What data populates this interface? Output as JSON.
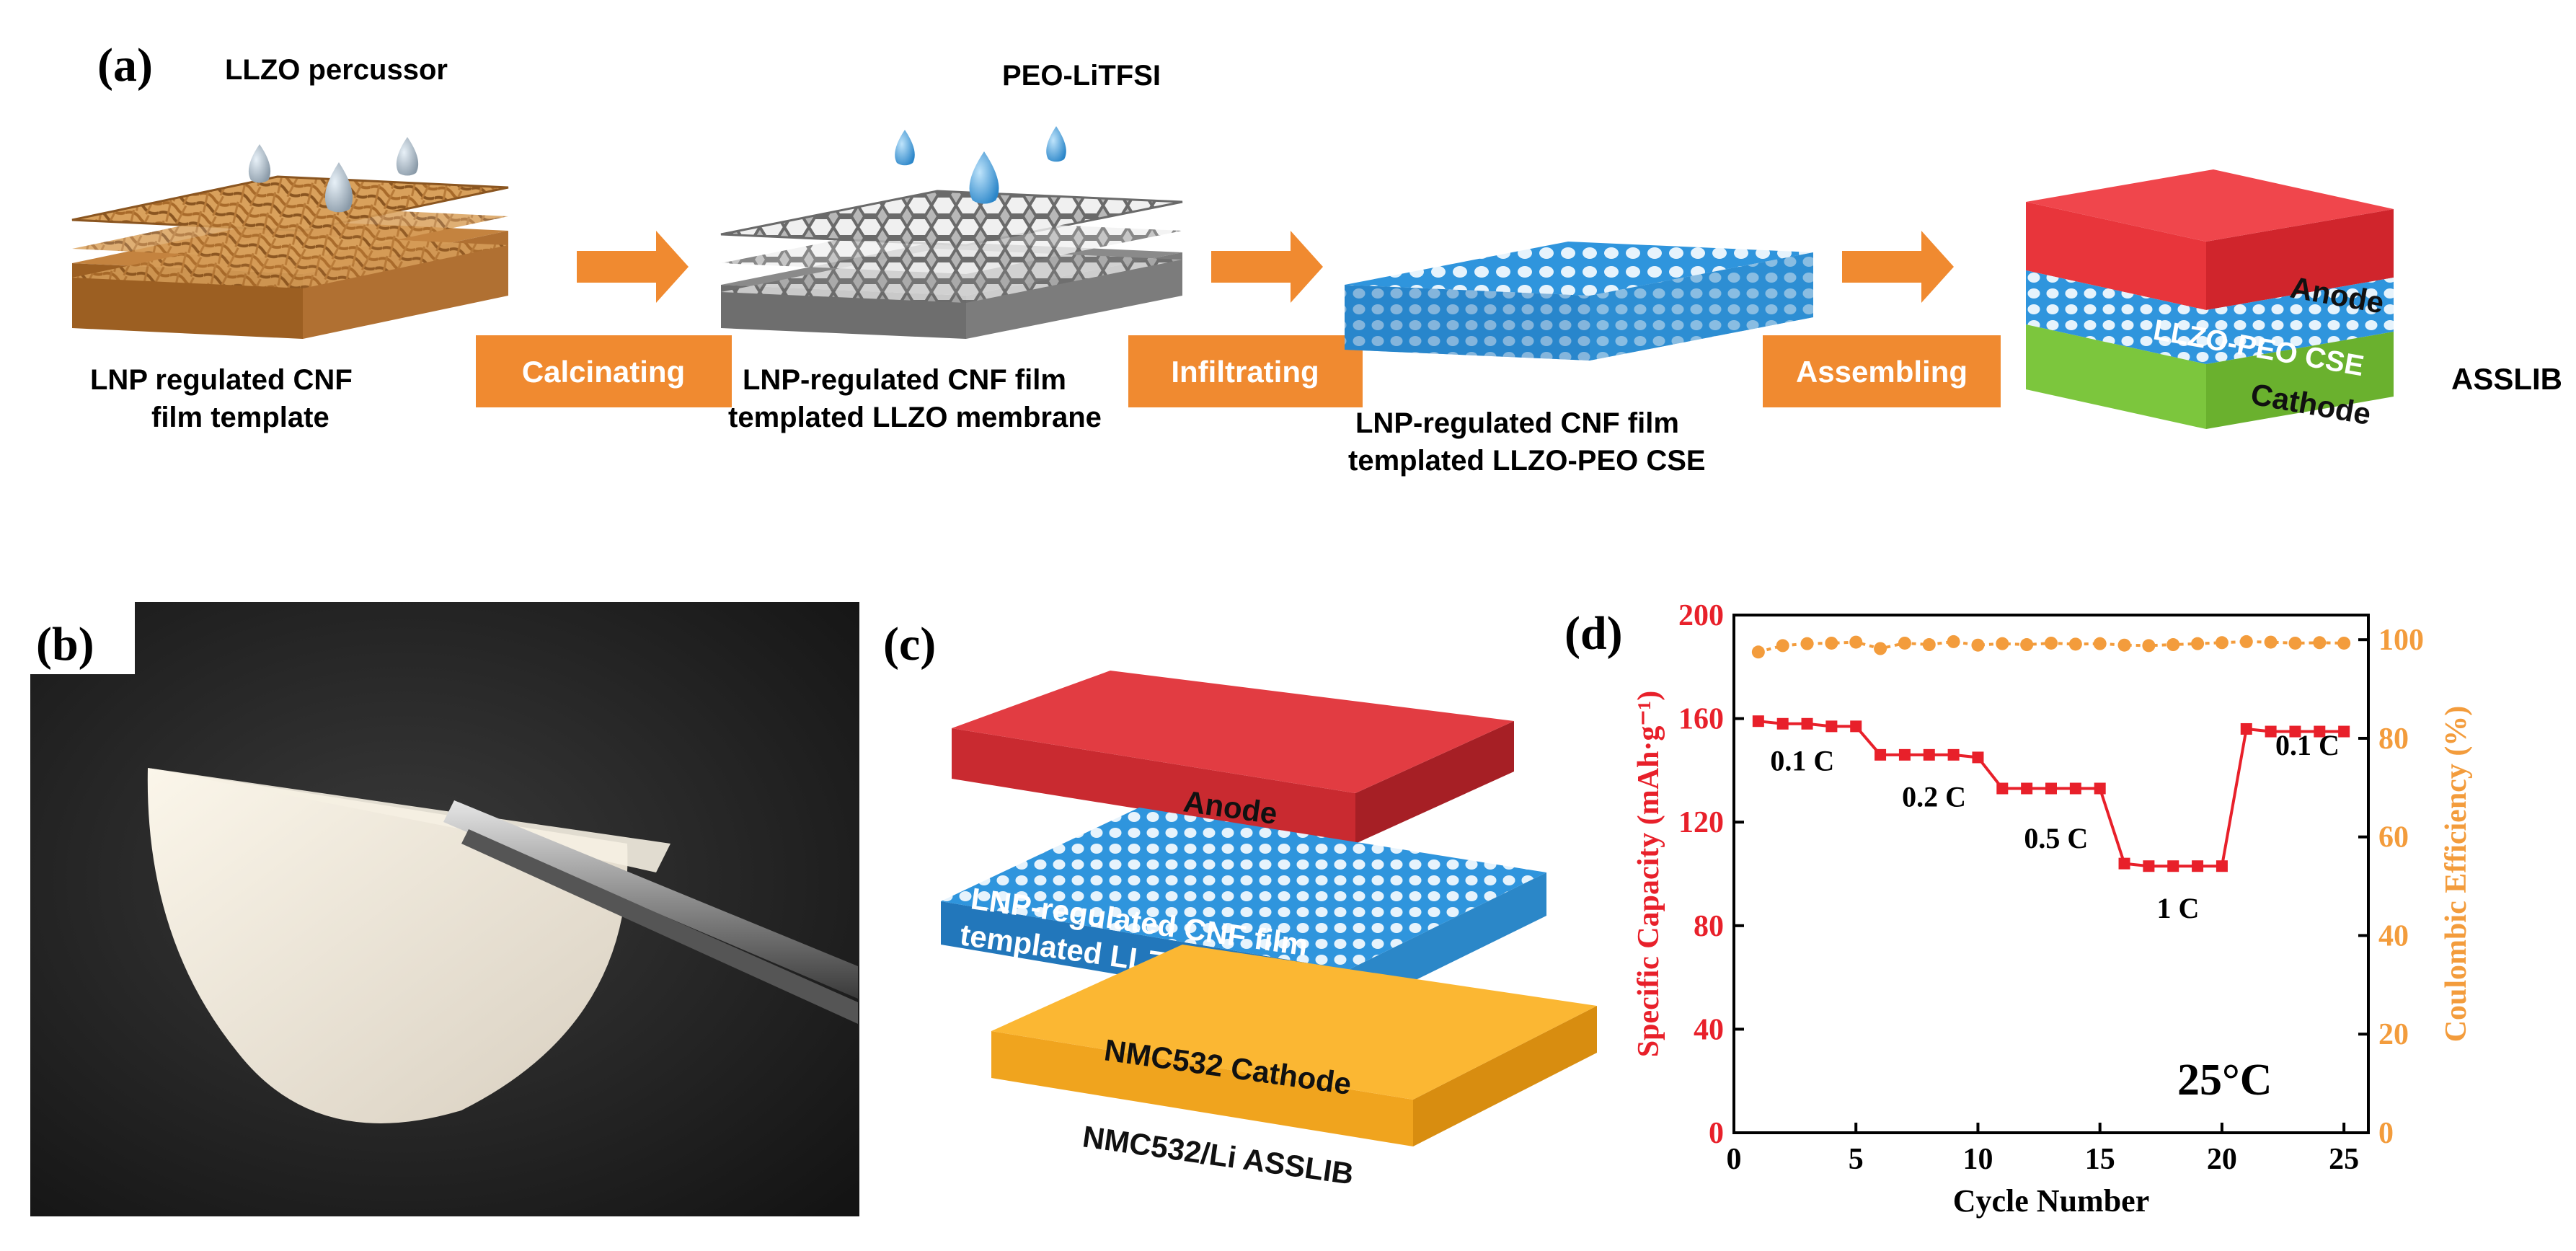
{
  "panel_a": {
    "label": "(a)",
    "precursor": "LLZO percussor",
    "peo": "PEO-LiTFSI",
    "arrow1": "Calcinating",
    "arrow2": "Infiltrating",
    "arrow3": "Assembling",
    "stage1_line1": "LNP regulated CNF",
    "stage1_line2": "film template",
    "stage2_line1": "LNP-regulated CNF film",
    "stage2_line2": "templated LLZO membrane",
    "stage3_line1": "LNP-regulated CNF film",
    "stage3_line2": "templated LLZO-PEO CSE",
    "stack_anode": "Anode",
    "stack_cse": "LLZO-PEO CSE",
    "stack_cathode": "Cathode",
    "final": "ASSLIB"
  },
  "panel_b": {
    "label": "(b)"
  },
  "panel_c": {
    "label": "(c)",
    "anode": "Anode",
    "cse_line1": "LNP-regulated CNF film",
    "cse_line2": "templated LLZO-PEO CSE",
    "cathode": "NMC532 Cathode",
    "caption": "NMC532/Li ASSLIB"
  },
  "panel_d": {
    "label": "(d)"
  },
  "colors": {
    "arrow": "#f08a30",
    "anode": "#e8353b",
    "cse": "#2f95dd",
    "cathode": "#7cc63d",
    "nmc": "#f5a623",
    "capacity": "#e8202a",
    "efficiency": "#f39c3c"
  },
  "chart_data": {
    "type": "line",
    "xlabel": "Cycle Number",
    "ylabel": "Specific Capacity (mAh·g⁻¹)",
    "y2label": "Coulombic Efficiency (%)",
    "xlim": [
      0,
      26
    ],
    "ylim": [
      0,
      200
    ],
    "y2lim": [
      0,
      105
    ],
    "xticks": [
      0,
      5,
      10,
      15,
      20,
      25
    ],
    "yticks": [
      0,
      40,
      80,
      120,
      160,
      200
    ],
    "y2ticks": [
      0,
      20,
      40,
      60,
      80,
      100
    ],
    "annotation": "25°C",
    "rate_labels": [
      {
        "text": "0.1 C",
        "x": 2.8,
        "y": 140
      },
      {
        "text": "0.2 C",
        "x": 8.2,
        "y": 126
      },
      {
        "text": "0.5 C",
        "x": 13.2,
        "y": 110
      },
      {
        "text": "1 C",
        "x": 18.2,
        "y": 83
      },
      {
        "text": "0.1 C",
        "x": 23.5,
        "y": 146
      }
    ],
    "series": [
      {
        "name": "",
        "axis": "left",
        "x": [
          1,
          2,
          3,
          4,
          5,
          6,
          7,
          8,
          9,
          10,
          11,
          12,
          13,
          14,
          15,
          16,
          17,
          18,
          19,
          20,
          21,
          22,
          23,
          24,
          25
        ],
        "values": [
          159,
          158,
          158,
          157,
          157,
          146,
          146,
          146,
          146,
          145,
          133,
          133,
          133,
          133,
          133,
          104,
          103,
          103,
          103,
          103,
          156,
          155,
          155,
          155,
          155
        ]
      },
      {
        "name": "",
        "axis": "right",
        "x": [
          1,
          2,
          3,
          4,
          5,
          6,
          7,
          8,
          9,
          10,
          11,
          12,
          13,
          14,
          15,
          16,
          17,
          18,
          19,
          20,
          21,
          22,
          23,
          24,
          25
        ],
        "values": [
          97.5,
          98.8,
          99.2,
          99.3,
          99.5,
          98.2,
          99.3,
          99.0,
          99.6,
          98.9,
          99.2,
          99.0,
          99.3,
          99.1,
          99.2,
          98.9,
          98.8,
          99.0,
          99.2,
          99.4,
          99.6,
          99.5,
          99.3,
          99.4,
          99.3
        ]
      }
    ]
  }
}
